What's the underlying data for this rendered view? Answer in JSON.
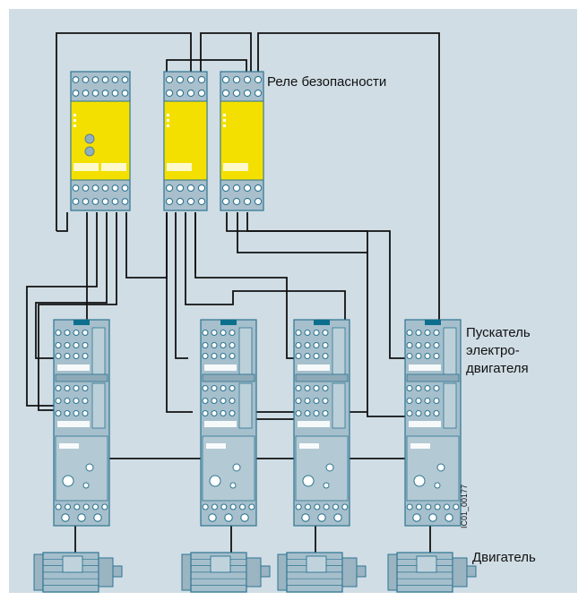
{
  "labels": {
    "relay": "Реле безопасности",
    "starter_line1": "Пускатель",
    "starter_line2": "электро-",
    "starter_line3": "двигателя",
    "motor": "Двигатель",
    "code": "IC01_00177"
  },
  "colors": {
    "background": "#d0dde5",
    "relay_body": "#a9bfcc",
    "relay_face": "#f4e000",
    "starter_body": "#a6bfcc",
    "starter_dark": "#0c6f8e",
    "motor_body": "#a6bfcc",
    "wire": "#111111",
    "outline": "#2d7591"
  },
  "icons": {
    "relay": "safety-relay-icon",
    "starter": "motor-starter-icon",
    "motor": "electric-motor-icon"
  }
}
